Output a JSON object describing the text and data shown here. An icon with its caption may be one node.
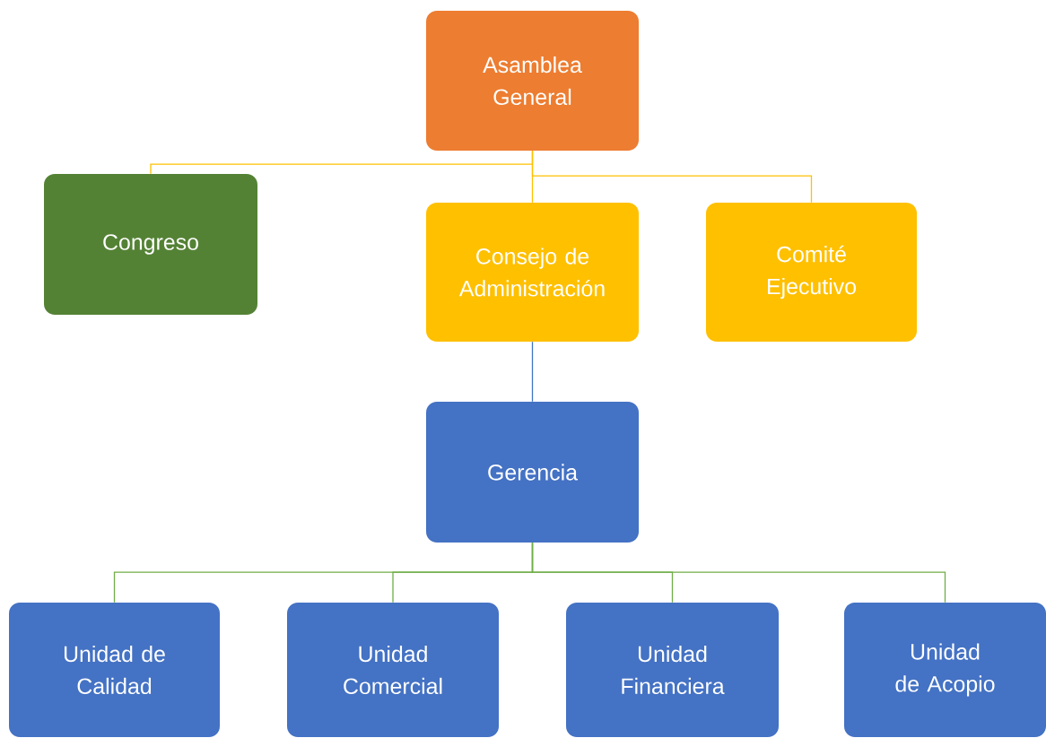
{
  "diagram": {
    "nodes": [
      {
        "text": [
          "Asamblea General"
        ]
      },
      {
        "text": [
          "Congreso"
        ]
      },
      {
        "text": [
          "Consejo de Administración"
        ]
      },
      {
        "text": [
          "Comité Ejecutivo"
        ]
      },
      {
        "text": [
          "Gerencia"
        ]
      },
      {
        "text": [
          "Unidad de Calidad"
        ]
      },
      {
        "text": [
          "Unidad Comercial"
        ]
      },
      {
        "text": [
          "Unidad Financiera"
        ]
      },
      {
        "text": [
          "Unidad de Acopio"
        ]
      }
    ],
    "edges": [
      {
        "from": 0,
        "to": 1,
        "arrow": "none",
        "color": "#ffc000"
      },
      {
        "from": 0,
        "to": 2,
        "arrow": "none",
        "color": "#ffc000"
      },
      {
        "from": 0,
        "to": 3,
        "arrow": "none",
        "color": "#ffc000"
      },
      {
        "from": 2,
        "to": 4,
        "arrow": "none",
        "color": "#4472c4"
      },
      {
        "from": 4,
        "to": 5,
        "arrow": "none"
      },
      {
        "from": 4,
        "to": 6,
        "arrow": "none"
      },
      {
        "from": 4,
        "to": 7,
        "arrow": "none"
      },
      {
        "from": 4,
        "to": 8,
        "arrow": "none"
      }
    ]
  }
}
